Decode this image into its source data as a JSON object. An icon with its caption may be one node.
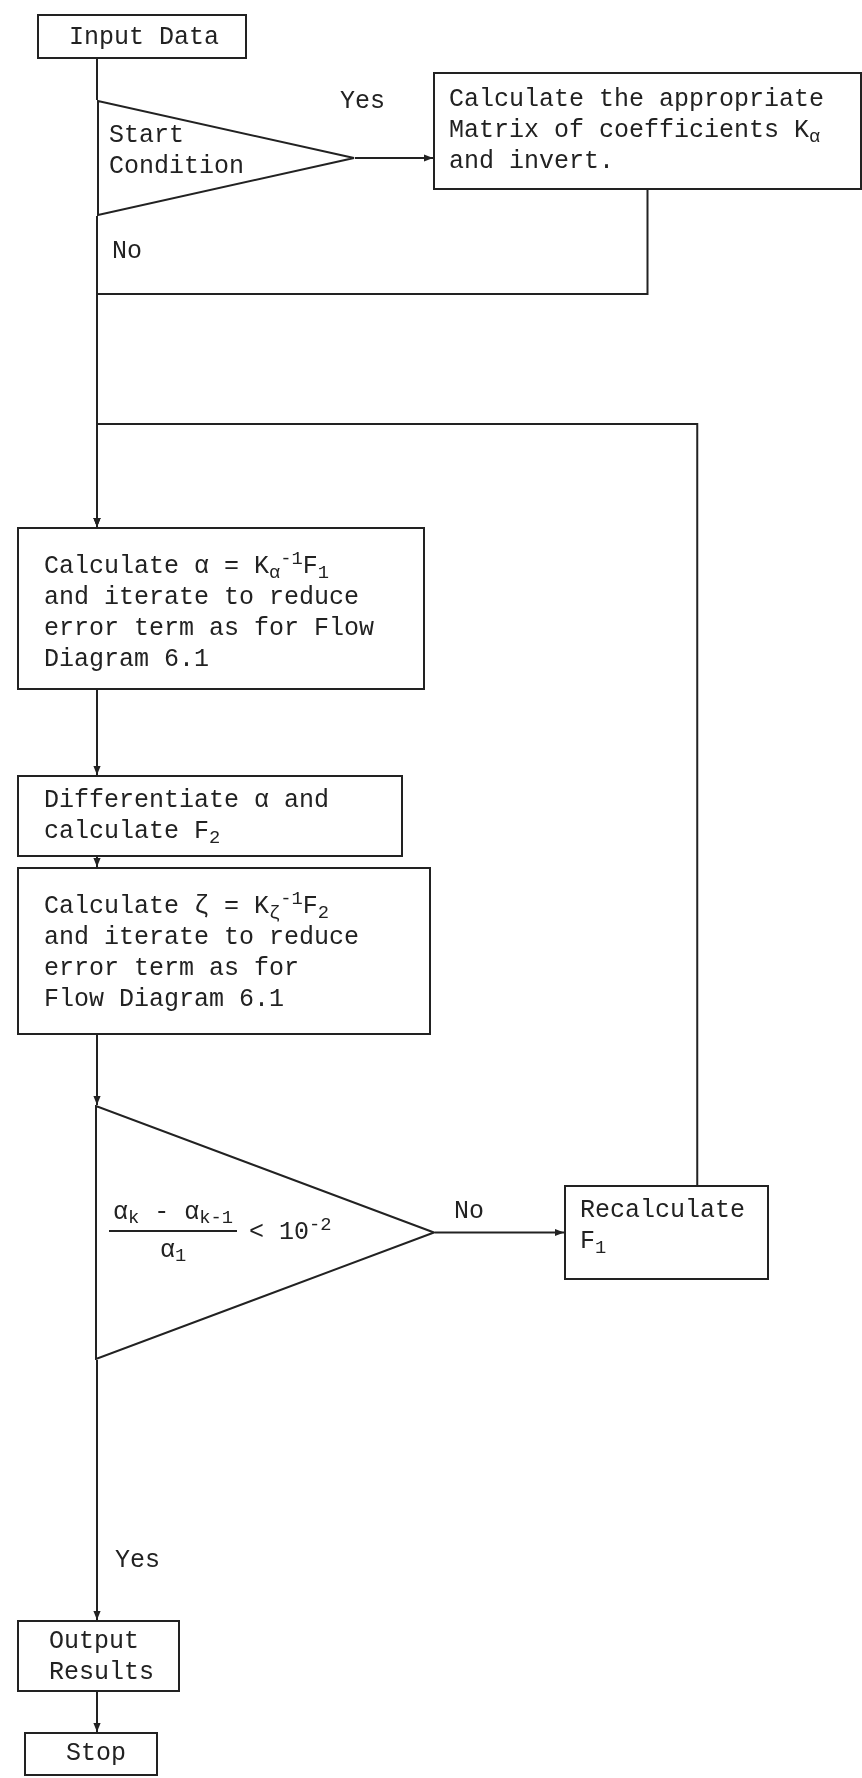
{
  "diagram": {
    "nodes": [
      {
        "text": [
          "Input Data"
        ]
      },
      {
        "text": [
          "Start Condition"
        ]
      },
      {
        "text": [
          "Calculate the appropriate Matrix of coefficients K$_{α}$ and invert."
        ]
      },
      {
        "text": [
          "Calculate α = K$_{α}$$^{-1}$F$_{1}$",
          "and iterate to reduce error term as for Flow Diagram 6.1"
        ]
      },
      {
        "text": [
          "Differentiate α and calculate F$_{2}$"
        ]
      },
      {
        "text": [
          "Calculate ζ = K$_{ζ}$$^{-1}$F$_{2}$",
          "and iterate to reduce error term as for Flow Diagram 6.1"
        ]
      },
      {
        "text": [
          "α$_{k}$ - α$_{k-1}$",
          "α$_{1}$",
          "< 10$^{-2}$"
        ]
      },
      {
        "text": [
          "Recalculate F$_{1}$"
        ]
      },
      {
        "text": [
          "Output Results"
        ]
      },
      {
        "text": [
          "Stop"
        ]
      }
    ],
    "edges": [
      {
        "from": 0,
        "to": 1,
        "arrow": "none"
      },
      {
        "from": 1,
        "to": 2,
        "arrow": "to",
        "label": "Yes"
      },
      {
        "from": 1,
        "to": 3,
        "arrow": "to",
        "label": "No"
      },
      {
        "from": 2,
        "to": 3,
        "arrow": "to"
      },
      {
        "from": 3,
        "to": 4,
        "arrow": "to"
      },
      {
        "from": 4,
        "to": 5,
        "arrow": "to"
      },
      {
        "from": 5,
        "to": 6,
        "arrow": "to"
      },
      {
        "from": 6,
        "to": 7,
        "arrow": "to",
        "label": "No"
      },
      {
        "from": 7,
        "to": 3,
        "arrow": "to"
      },
      {
        "from": 6,
        "to": 8,
        "arrow": "to",
        "label": "Yes"
      },
      {
        "from": 8,
        "to": 9,
        "arrow": "to"
      }
    ]
  }
}
